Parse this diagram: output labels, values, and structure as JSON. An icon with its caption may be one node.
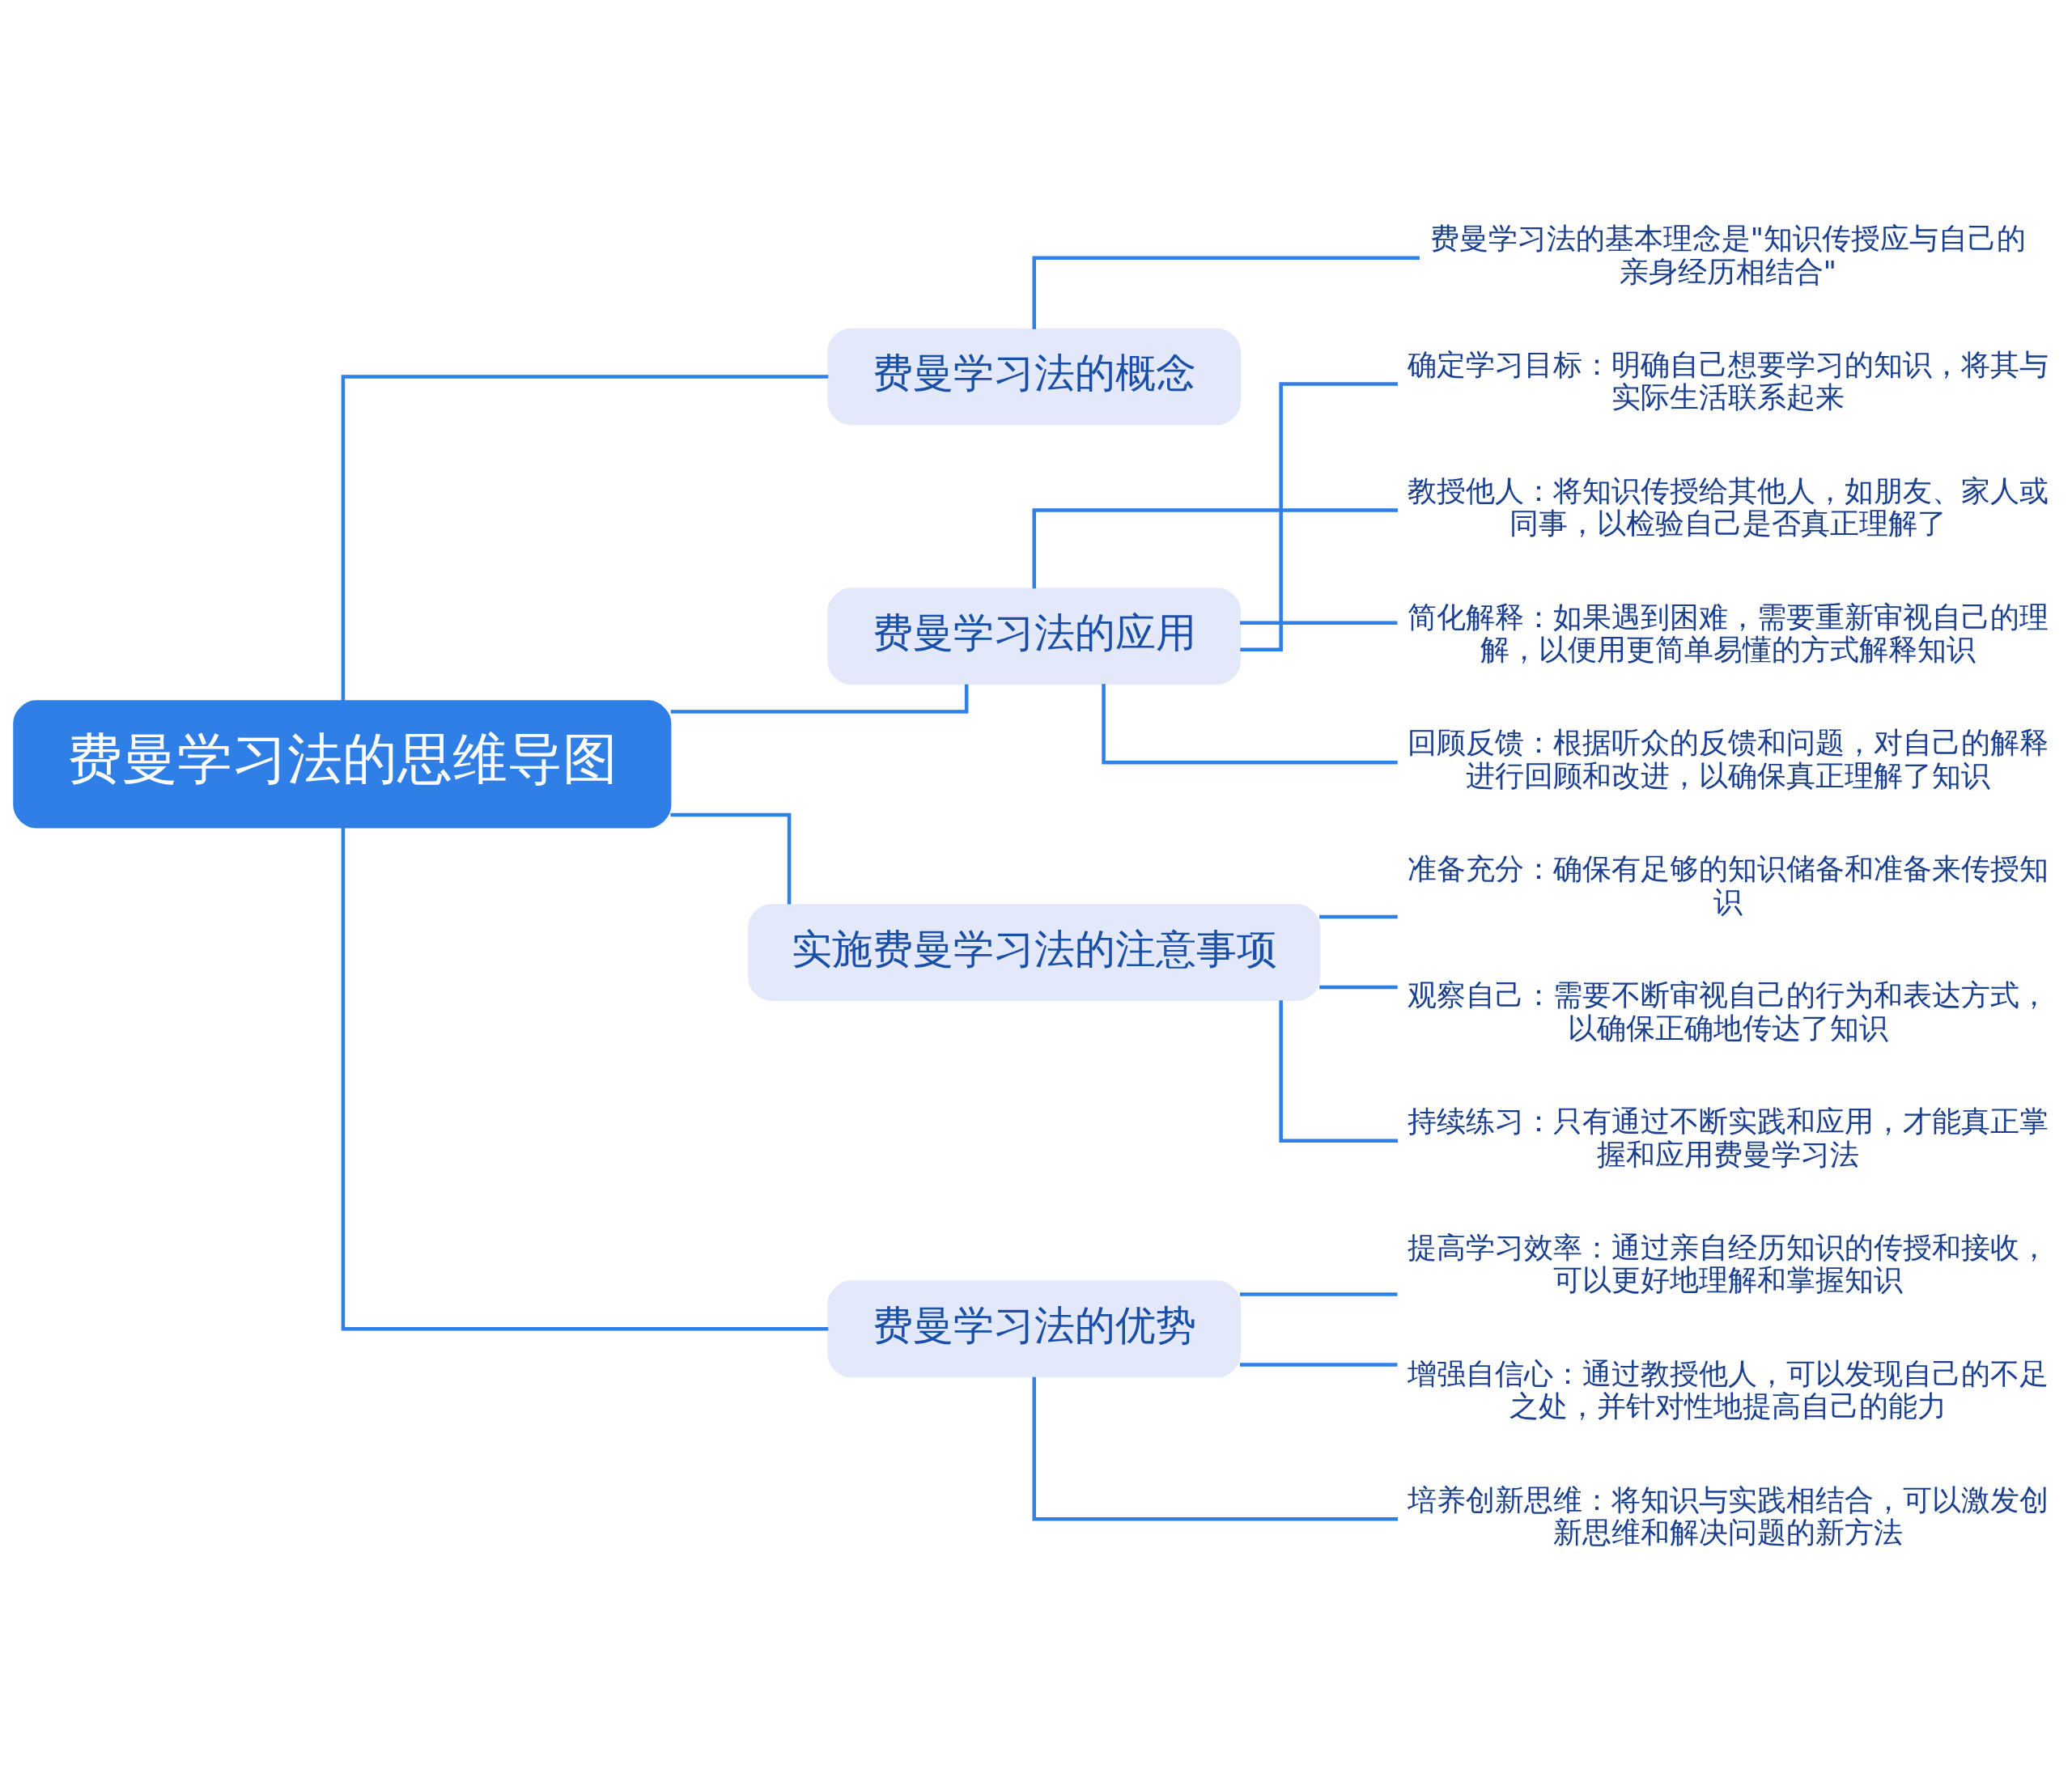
{
  "diagram": {
    "nodes": [
      {
        "text": [
          "费曼学习法的思维导图"
        ]
      },
      {
        "text": [
          "费曼学习法的概念"
        ]
      },
      {
        "text": [
          "费曼学习法的基本理念是\"知识传授应与自己的亲身经历相结合\""
        ]
      },
      {
        "text": [
          "费曼学习法的应用"
        ]
      },
      {
        "text": [
          "确定学习目标：明确自己想要学习的知识，将其与实际生活联系起来"
        ]
      },
      {
        "text": [
          "教授他人：将知识传授给其他人，如朋友、家人或同事，以检验自己是否真正理解了"
        ]
      },
      {
        "text": [
          "简化解释：如果遇到困难，需要重新审视自己的理解，以便用更简单易懂的方式解释知识"
        ]
      },
      {
        "text": [
          "回顾反馈：根据听众的反馈和问题，对自己的解释进行回顾和改进，以确保真正理解了知识"
        ]
      },
      {
        "text": [
          "实施费曼学习法的注意事项"
        ]
      },
      {
        "text": [
          "准备充分：确保有足够的知识储备和准备来传授知识"
        ]
      },
      {
        "text": [
          "观察自己：需要不断审视自己的行为和表达方式，以确保正确地传达了知识"
        ]
      },
      {
        "text": [
          "持续练习：只有通过不断实践和应用，才能真正掌握和应用费曼学习法"
        ]
      },
      {
        "text": [
          "费曼学习法的优势"
        ]
      },
      {
        "text": [
          "提高学习效率：通过亲自经历知识的传授和接收，可以更好地理解和掌握知识"
        ]
      },
      {
        "text": [
          "增强自信心：通过教授他人，可以发现自己的不足之处，并针对性地提高自己的能力"
        ]
      },
      {
        "text": [
          "培养创新思维：将知识与实践相结合，可以激发创新思维和解决问题的新方法"
        ]
      }
    ],
    "edges": [
      {
        "from": 0,
        "to": 1,
        "arrow": "none"
      },
      {
        "from": 0,
        "to": 3,
        "arrow": "none"
      },
      {
        "from": 0,
        "to": 8,
        "arrow": "none"
      },
      {
        "from": 0,
        "to": 12,
        "arrow": "none"
      },
      {
        "from": 1,
        "to": 2,
        "arrow": "none"
      },
      {
        "from": 3,
        "to": 4,
        "arrow": "none"
      },
      {
        "from": 3,
        "to": 5,
        "arrow": "none"
      },
      {
        "from": 3,
        "to": 6,
        "arrow": "none"
      },
      {
        "from": 3,
        "to": 7,
        "arrow": "none"
      },
      {
        "from": 8,
        "to": 9,
        "arrow": "none"
      },
      {
        "from": 8,
        "to": 10,
        "arrow": "none"
      },
      {
        "from": 8,
        "to": 11,
        "arrow": "none"
      },
      {
        "from": 12,
        "to": 13,
        "arrow": "none"
      },
      {
        "from": 12,
        "to": 14,
        "arrow": "none"
      },
      {
        "from": 12,
        "to": 15,
        "arrow": "none"
      }
    ]
  }
}
